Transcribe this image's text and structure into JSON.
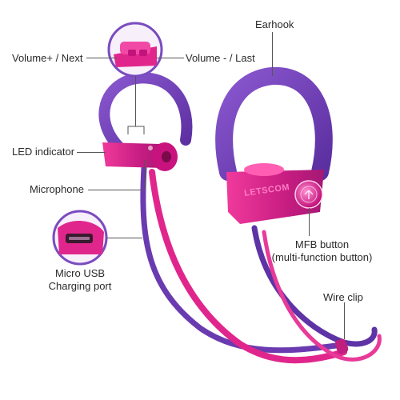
{
  "labels": {
    "earhook": "Earhook",
    "volume_up": "Volume+ / Next",
    "volume_down": "Volume - / Last",
    "led": "LED indicator",
    "microphone": "Microphone",
    "micro_usb_line1": "Micro USB",
    "micro_usb_line2": "Charging port",
    "mfb_line1": "MFB button",
    "mfb_line2": "(multi-function button)",
    "wire_clip": "Wire clip"
  },
  "brand_text": "LETSCOM",
  "colors": {
    "purple": "#6f3fb3",
    "pink": "#e0268c",
    "magenta": "#c4127d",
    "callout_ring": "#7a4bc0",
    "text": "#2b2b2b"
  }
}
